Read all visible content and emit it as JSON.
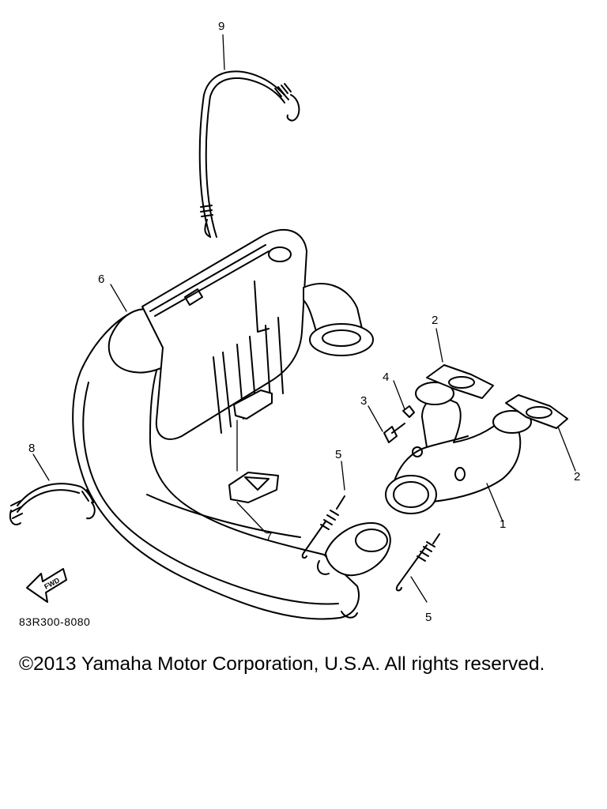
{
  "diagram": {
    "callouts": [
      "1",
      "2",
      "2",
      "3",
      "4",
      "5",
      "5",
      "6",
      "7",
      "8",
      "9"
    ],
    "fwd_label": "FWD",
    "drawing_code": "83R300-8080"
  },
  "footer": {
    "copyright": "©2013 Yamaha Motor Corporation, U.S.A. All rights reserved."
  }
}
